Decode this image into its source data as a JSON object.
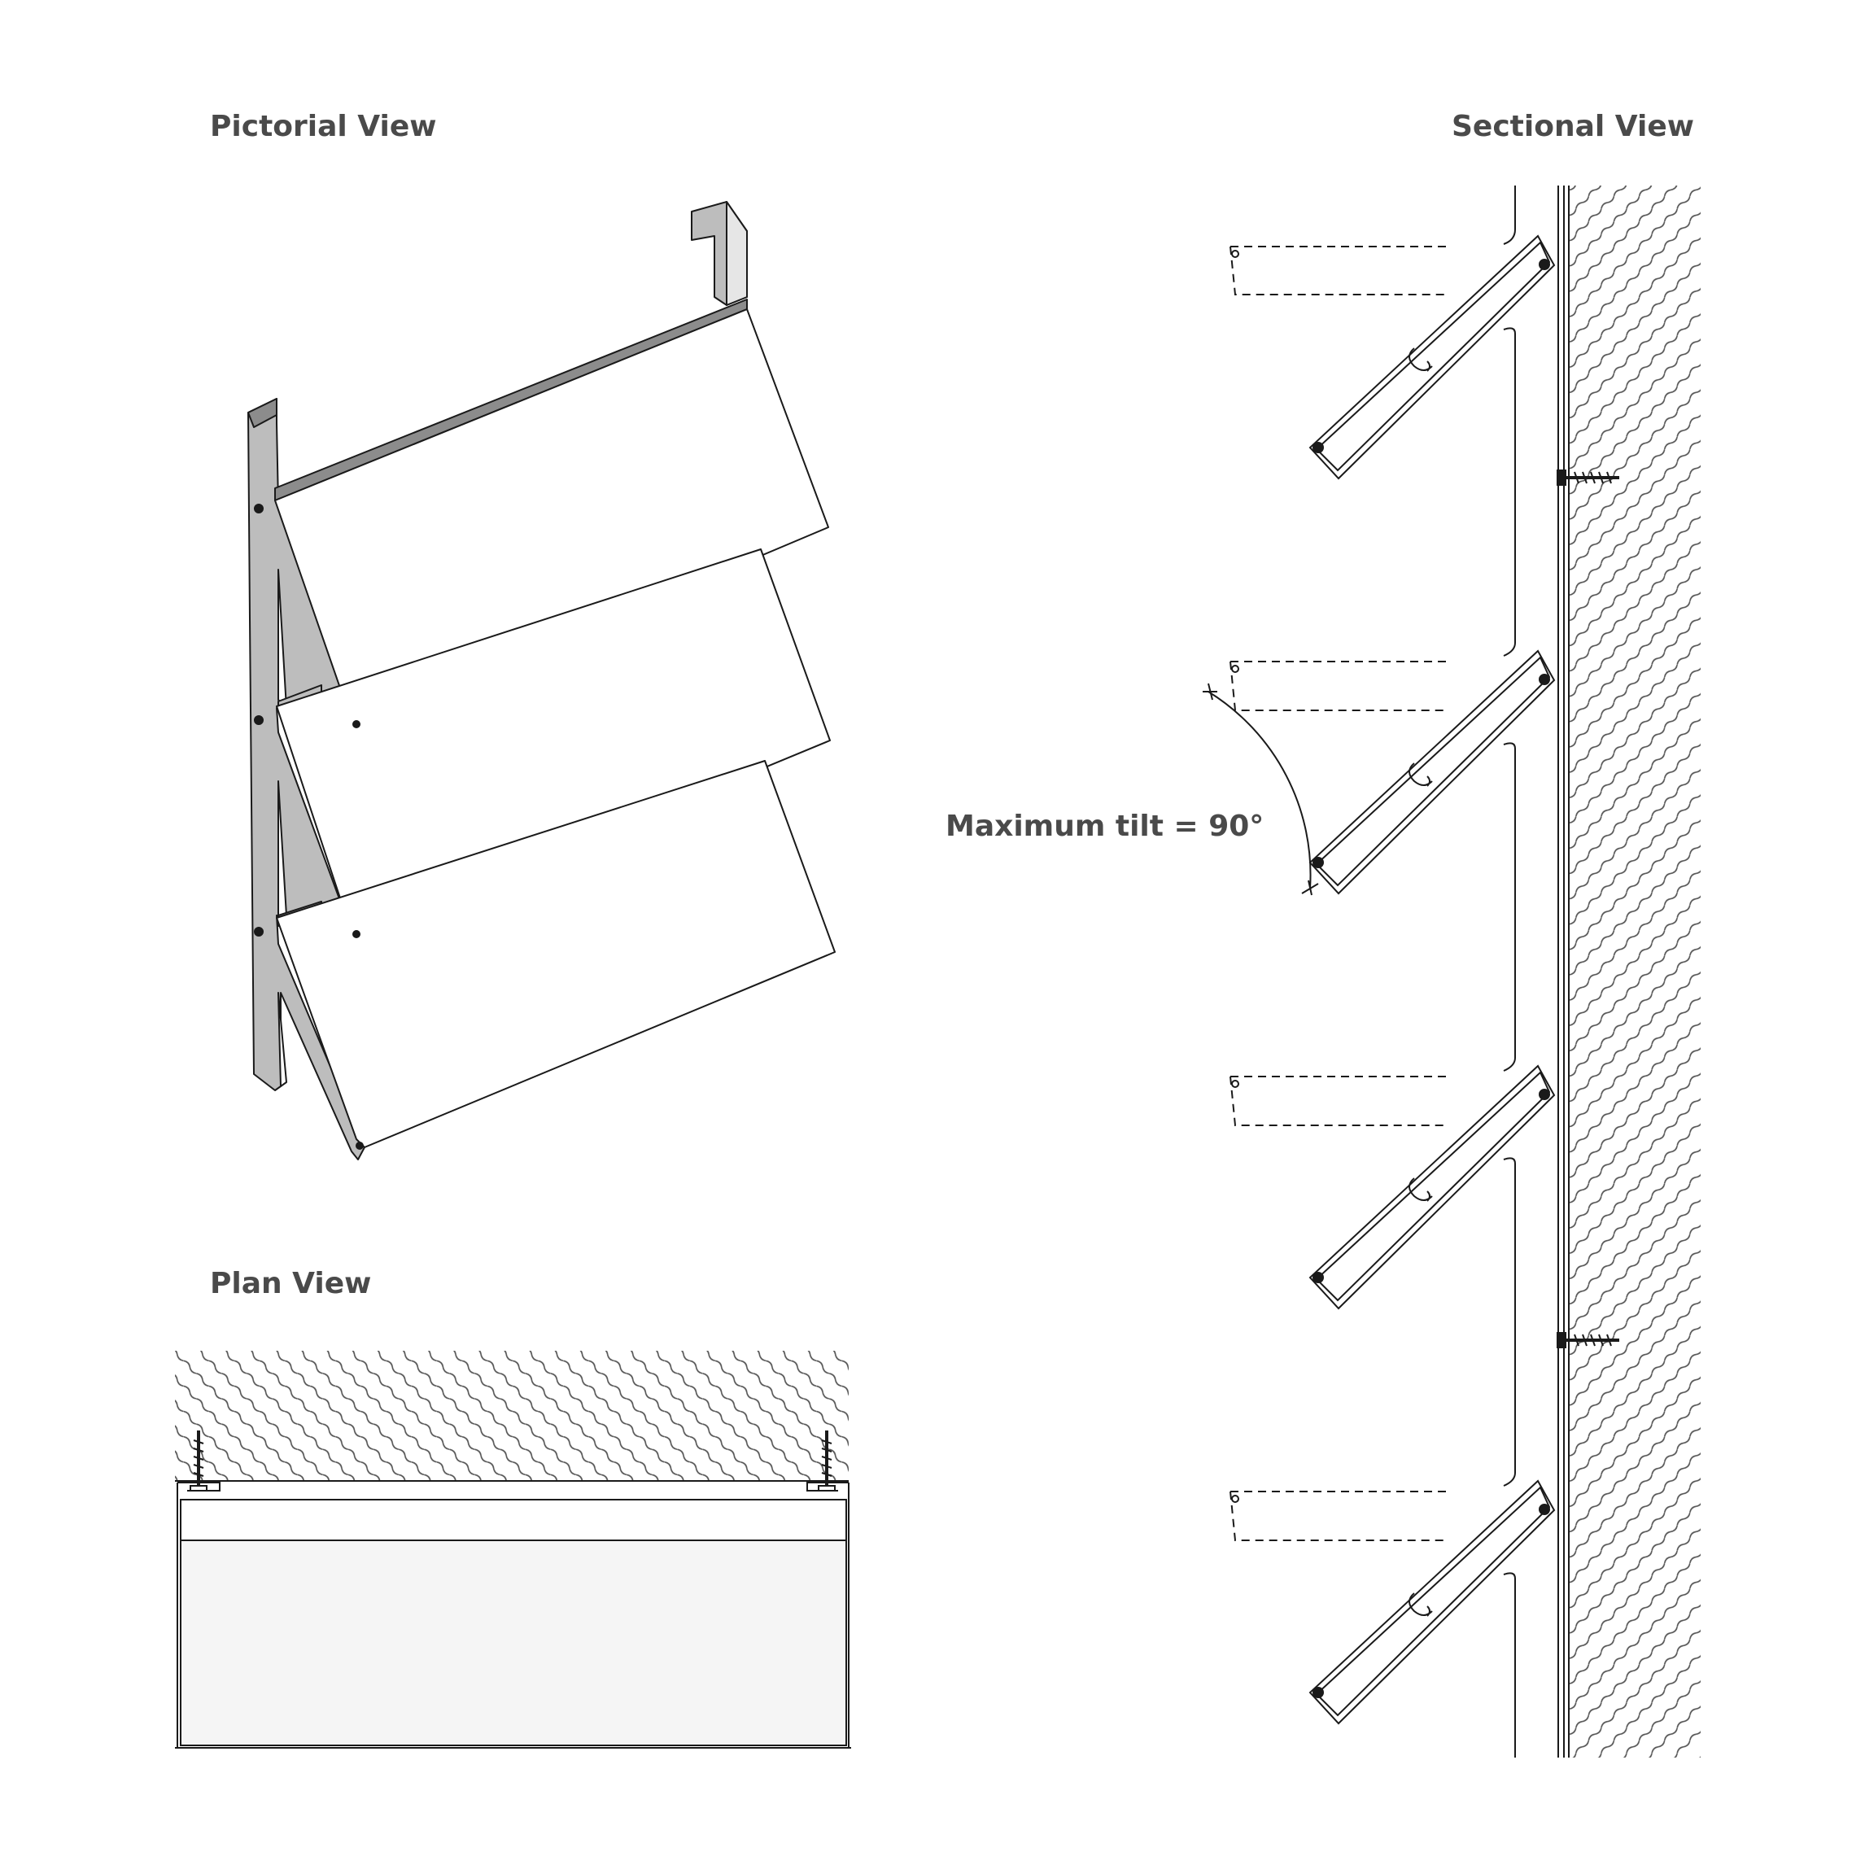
{
  "titles": {
    "pictorial": "Pictorial View",
    "sectional": "Sectional View",
    "plan": "Plan View"
  },
  "annotations": {
    "max_tilt": "Maximum tilt = 90°"
  },
  "colors": {
    "line": "#1a1a1a",
    "text": "#4a4a4a",
    "bracket_fill": "#bdbdbd",
    "bracket_top_fill": "#8c8c8c",
    "blade_fill": "#ffffff",
    "panel_fill": "#f5f5f5"
  }
}
